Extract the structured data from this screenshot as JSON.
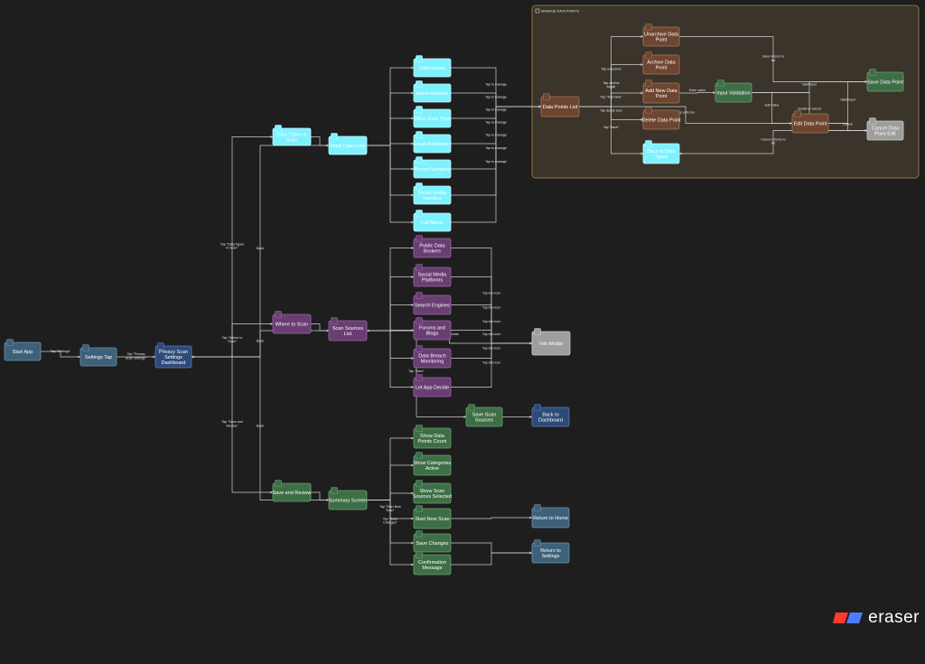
{
  "group": {
    "title": "MANAGE DATA POINTS"
  },
  "colors": {
    "background": "#1e1e1e",
    "group_fill": "#3a342a",
    "group_stroke": "#8c7440",
    "edge": "#cfcfcf",
    "steel": "#3d6178",
    "navy": "#2e4a78",
    "cyan": "#7ef1ff",
    "purple": "#6a3d73",
    "green": "#3e6e45",
    "brown": "#6e4530",
    "grey": "#9e9e9e",
    "brand_red": "#ff3b30",
    "brand_blue": "#4d7cff"
  },
  "nodes": [
    {
      "id": "start",
      "label": [
        "Start App"
      ],
      "color": "steel"
    },
    {
      "id": "settings",
      "label": [
        "Settings Tap"
      ],
      "color": "steel"
    },
    {
      "id": "dash",
      "label": [
        "Privacy Scan",
        "Settings",
        "Dashboard"
      ],
      "color": "navy"
    },
    {
      "id": "dtscan",
      "label": [
        "Data Types in",
        "Scan"
      ],
      "color": "cyan"
    },
    {
      "id": "dtlist",
      "label": [
        "Data Types List"
      ],
      "color": "cyan"
    },
    {
      "id": "usernames",
      "label": [
        "Usernames"
      ],
      "color": "cyan"
    },
    {
      "id": "home",
      "label": [
        "Home Address"
      ],
      "color": "cyan"
    },
    {
      "id": "other",
      "label": [
        "Other Data Type"
      ],
      "color": "cyan"
    },
    {
      "id": "email",
      "label": [
        "Email Addresses"
      ],
      "color": "cyan"
    },
    {
      "id": "phone",
      "label": [
        "Phone Numbers"
      ],
      "color": "cyan"
    },
    {
      "id": "social",
      "label": [
        "Social Media",
        "Handles"
      ],
      "color": "cyan"
    },
    {
      "id": "fullname",
      "label": [
        "Full Name"
      ],
      "color": "cyan"
    },
    {
      "id": "where",
      "label": [
        "Where to Scan"
      ],
      "color": "purple"
    },
    {
      "id": "sslist",
      "label": [
        "Scan Sources",
        "List"
      ],
      "color": "purple"
    },
    {
      "id": "brokers",
      "label": [
        "Public Data",
        "Brokers"
      ],
      "color": "purple"
    },
    {
      "id": "smp",
      "label": [
        "Social Media",
        "Platforms"
      ],
      "color": "purple"
    },
    {
      "id": "search",
      "label": [
        "Search Engines"
      ],
      "color": "purple"
    },
    {
      "id": "forums",
      "label": [
        "Forums and",
        "Blogs"
      ],
      "color": "purple"
    },
    {
      "id": "breach",
      "label": [
        "Data Breach",
        "Monitoring"
      ],
      "color": "purple"
    },
    {
      "id": "letapp",
      "label": [
        "Let App Decide"
      ],
      "color": "purple"
    },
    {
      "id": "info",
      "label": [
        "Info Modal"
      ],
      "color": "grey"
    },
    {
      "id": "savess",
      "label": [
        "Save Scan",
        "Sources"
      ],
      "color": "green"
    },
    {
      "id": "back",
      "label": [
        "Back to",
        "Dashboard"
      ],
      "color": "navy"
    },
    {
      "id": "savereview",
      "label": [
        "Save and Review"
      ],
      "color": "green"
    },
    {
      "id": "summary",
      "label": [
        "Summary Screen"
      ],
      "color": "green"
    },
    {
      "id": "showcount",
      "label": [
        "Show Data",
        "Points Count"
      ],
      "color": "green"
    },
    {
      "id": "showcat",
      "label": [
        "Show Categories",
        "Active"
      ],
      "color": "green"
    },
    {
      "id": "showsrc",
      "label": [
        "Show Scan",
        "Sources Selected"
      ],
      "color": "green"
    },
    {
      "id": "startnew",
      "label": [
        "Start New Scan"
      ],
      "color": "green"
    },
    {
      "id": "savechg",
      "label": [
        "Save Changes"
      ],
      "color": "green"
    },
    {
      "id": "confirm",
      "label": [
        "Confirmation",
        "Message"
      ],
      "color": "green"
    },
    {
      "id": "rethome",
      "label": [
        "Return to Home"
      ],
      "color": "steel"
    },
    {
      "id": "retset",
      "label": [
        "Return to",
        "Settings"
      ],
      "color": "steel"
    },
    {
      "id": "dplist",
      "label": [
        "Data Points List"
      ],
      "color": "brown"
    },
    {
      "id": "unarchive",
      "label": [
        "Unarchive Data",
        "Point"
      ],
      "color": "brown"
    },
    {
      "id": "archive",
      "label": [
        "Archive Data",
        "Point"
      ],
      "color": "brown"
    },
    {
      "id": "adddp",
      "label": [
        "Add New Data",
        "Point"
      ],
      "color": "brown"
    },
    {
      "id": "deletedp",
      "label": [
        "Delete Data Point"
      ],
      "color": "brown"
    },
    {
      "id": "backdt",
      "label": [
        "Back to Data",
        "Types"
      ],
      "color": "cyan"
    },
    {
      "id": "inputval",
      "label": [
        "Input Validation"
      ],
      "color": "green"
    },
    {
      "id": "editdp",
      "label": [
        "Edit Data Point"
      ],
      "color": "brown"
    },
    {
      "id": "savedp",
      "label": [
        "Save Data Point"
      ],
      "color": "green"
    },
    {
      "id": "canceldp",
      "label": [
        "Cancel Data",
        "Point Edit"
      ],
      "color": "grey"
    }
  ],
  "edges": [
    {
      "from": "start",
      "to": "settings",
      "label": [
        "Tap \"Settings\""
      ]
    },
    {
      "from": "settings",
      "to": "dash",
      "label": [
        "Tap \"Privacy",
        "Scan Settings\""
      ]
    },
    {
      "from": "dash",
      "to": "dtscan",
      "label": [
        "Tap \"Data Types",
        "in Scan\""
      ]
    },
    {
      "from": "dash",
      "to": "where",
      "label": [
        "Tap \"Where to",
        "Scan\""
      ]
    },
    {
      "from": "dash",
      "to": "savereview",
      "label": [
        "Tap \"Save and",
        "Review\""
      ]
    },
    {
      "from": "dtscan",
      "to": "dtlist",
      "label": []
    },
    {
      "from": "dtlist",
      "to": "dash",
      "label": [
        "Back"
      ]
    },
    {
      "from": "dtlist",
      "to": "usernames",
      "label": []
    },
    {
      "from": "dtlist",
      "to": "home",
      "label": []
    },
    {
      "from": "dtlist",
      "to": "other",
      "label": []
    },
    {
      "from": "dtlist",
      "to": "email",
      "label": []
    },
    {
      "from": "dtlist",
      "to": "phone",
      "label": []
    },
    {
      "from": "dtlist",
      "to": "social",
      "label": []
    },
    {
      "from": "dtlist",
      "to": "fullname",
      "label": []
    },
    {
      "from": "usernames",
      "to": "dplist",
      "label": [
        "Tap to manage"
      ]
    },
    {
      "from": "home",
      "to": "dplist",
      "label": [
        "Tap to manage"
      ]
    },
    {
      "from": "other",
      "to": "dplist",
      "label": [
        "Tap to manage"
      ]
    },
    {
      "from": "email",
      "to": "dplist",
      "label": [
        "Tap to manage"
      ]
    },
    {
      "from": "phone",
      "to": "dplist",
      "label": [
        "Tap to manage"
      ]
    },
    {
      "from": "social",
      "to": "dplist",
      "label": [
        "Tap to manage"
      ]
    },
    {
      "from": "fullname",
      "to": "dplist",
      "label": [
        "Tap to manage"
      ]
    },
    {
      "from": "where",
      "to": "sslist",
      "label": []
    },
    {
      "from": "sslist",
      "to": "dash",
      "label": [
        "Back"
      ]
    },
    {
      "from": "sslist",
      "to": "brokers",
      "label": []
    },
    {
      "from": "sslist",
      "to": "smp",
      "label": []
    },
    {
      "from": "sslist",
      "to": "search",
      "label": []
    },
    {
      "from": "sslist",
      "to": "forums",
      "label": []
    },
    {
      "from": "sslist",
      "to": "breach",
      "label": []
    },
    {
      "from": "sslist",
      "to": "letapp",
      "label": []
    },
    {
      "from": "sslist",
      "to": "savess",
      "label": [
        "Tap \"Save\""
      ]
    },
    {
      "from": "brokers",
      "to": "info",
      "label": [
        "Tap info icon"
      ]
    },
    {
      "from": "smp",
      "to": "info",
      "label": [
        "Tap info icon"
      ]
    },
    {
      "from": "search",
      "to": "info",
      "label": [
        "Tap info icon"
      ]
    },
    {
      "from": "forums",
      "to": "info",
      "label": [
        "Tap info icon"
      ]
    },
    {
      "from": "breach",
      "to": "info",
      "label": [
        "Tap info icon"
      ]
    },
    {
      "from": "letapp",
      "to": "info",
      "label": [
        "Tap info icon"
      ]
    },
    {
      "from": "info",
      "to": "sslist",
      "label": [
        "Close modal"
      ]
    },
    {
      "from": "savess",
      "to": "back",
      "label": []
    },
    {
      "from": "savereview",
      "to": "summary",
      "label": []
    },
    {
      "from": "summary",
      "to": "dash",
      "label": [
        "Back"
      ]
    },
    {
      "from": "summary",
      "to": "showcount",
      "label": []
    },
    {
      "from": "summary",
      "to": "showcat",
      "label": []
    },
    {
      "from": "summary",
      "to": "showsrc",
      "label": []
    },
    {
      "from": "summary",
      "to": "startnew",
      "label": [
        "Tap \"Start New",
        "Scan\""
      ]
    },
    {
      "from": "summary",
      "to": "savechg",
      "label": [
        "Tap \"Save",
        "Changes\""
      ]
    },
    {
      "from": "summary",
      "to": "confirm",
      "label": []
    },
    {
      "from": "startnew",
      "to": "rethome",
      "label": []
    },
    {
      "from": "savechg",
      "to": "retset",
      "label": []
    },
    {
      "from": "confirm",
      "to": "retset",
      "label": []
    },
    {
      "from": "dplist",
      "to": "unarchive",
      "label": [
        "Tap unarchive"
      ]
    },
    {
      "from": "dplist",
      "to": "archive",
      "label": [
        "Tap archive",
        "toggle"
      ]
    },
    {
      "from": "dplist",
      "to": "adddp",
      "label": [
        "Tap \"Add New\""
      ]
    },
    {
      "from": "dplist",
      "to": "deletedp",
      "label": [
        "Tap delete icon"
      ]
    },
    {
      "from": "dplist",
      "to": "backdt",
      "label": [
        "Tap \"Back\""
      ]
    },
    {
      "from": "dplist",
      "to": "editdp",
      "label": [
        "Tap edit icon"
      ]
    },
    {
      "from": "unarchive",
      "to": "savedp",
      "label": [
        "Save returns to",
        "list"
      ]
    },
    {
      "from": "adddp",
      "to": "inputval",
      "label": [
        "Enter value"
      ]
    },
    {
      "from": "inputval",
      "to": "savedp",
      "label": [
        "Valid input"
      ]
    },
    {
      "from": "inputval",
      "to": "canceldp",
      "label": [
        "Invalid or cancel"
      ]
    },
    {
      "from": "inputval",
      "to": "editdp",
      "label": [
        "Edit value"
      ]
    },
    {
      "from": "editdp",
      "to": "savedp",
      "label": [
        "Valid input"
      ]
    },
    {
      "from": "editdp",
      "to": "canceldp",
      "label": [
        "Cancel"
      ]
    },
    {
      "from": "canceldp",
      "to": "backdt",
      "label": [
        "Cancel returns to",
        "list"
      ]
    }
  ],
  "brand": {
    "name": "eraser"
  }
}
